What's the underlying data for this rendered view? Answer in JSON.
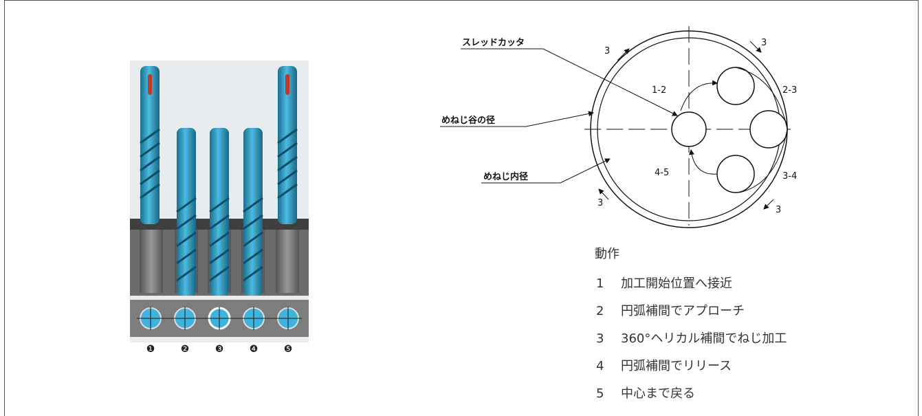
{
  "photo": {
    "tool_color": "#2c8fb4",
    "tool_highlight": "#4bbbe0",
    "steps": [
      "❶",
      "❷",
      "❸",
      "❹",
      "❺"
    ]
  },
  "diagram": {
    "callouts": {
      "thread_cutter": "スレッドカッタ",
      "root_diameter": "めねじ谷の径",
      "inner_diameter": "めねじ内径"
    },
    "labels": {
      "step_1_2": "1-2",
      "step_2_3": "2-3",
      "step_3_4": "3-4",
      "step_4_5": "4-5",
      "helix_top_left": "3",
      "helix_top_right": "3",
      "helix_bottom_left": "3",
      "helix_bottom_right": "3"
    }
  },
  "legend": {
    "heading": "動作",
    "items": [
      {
        "num": "1",
        "text": "加工開始位置へ接近"
      },
      {
        "num": "2",
        "text": "円弧補間でアプローチ"
      },
      {
        "num": "3",
        "text": "360°ヘリカル補間でねじ加工"
      },
      {
        "num": "4",
        "text": "円弧補間でリリース"
      },
      {
        "num": "5",
        "text": "中心まで戻る"
      }
    ]
  }
}
